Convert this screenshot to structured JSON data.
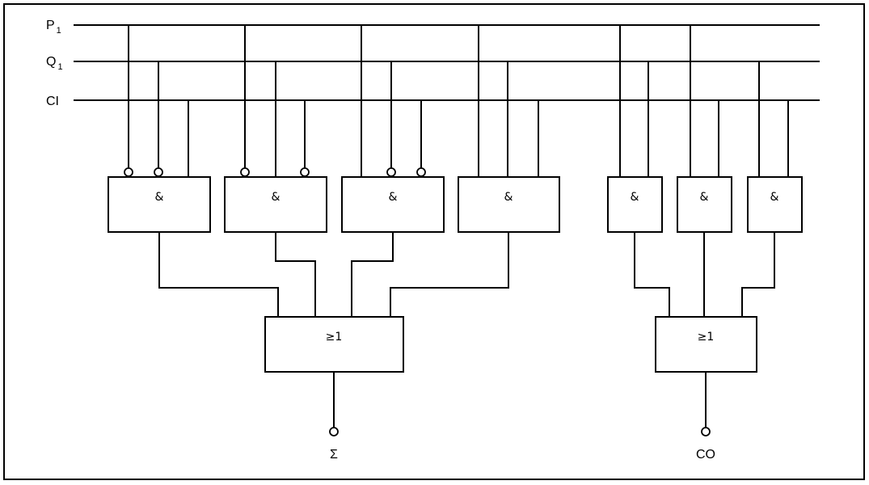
{
  "inputs": {
    "p1": {
      "base": "P",
      "sub": "1"
    },
    "q1": {
      "base": "Q",
      "sub": "1"
    },
    "ci": {
      "base": "CI"
    }
  },
  "gates": {
    "and_symbol": "&",
    "or_symbol": "≥1"
  },
  "outputs": {
    "sum": "Σ",
    "carry": "CO"
  }
}
